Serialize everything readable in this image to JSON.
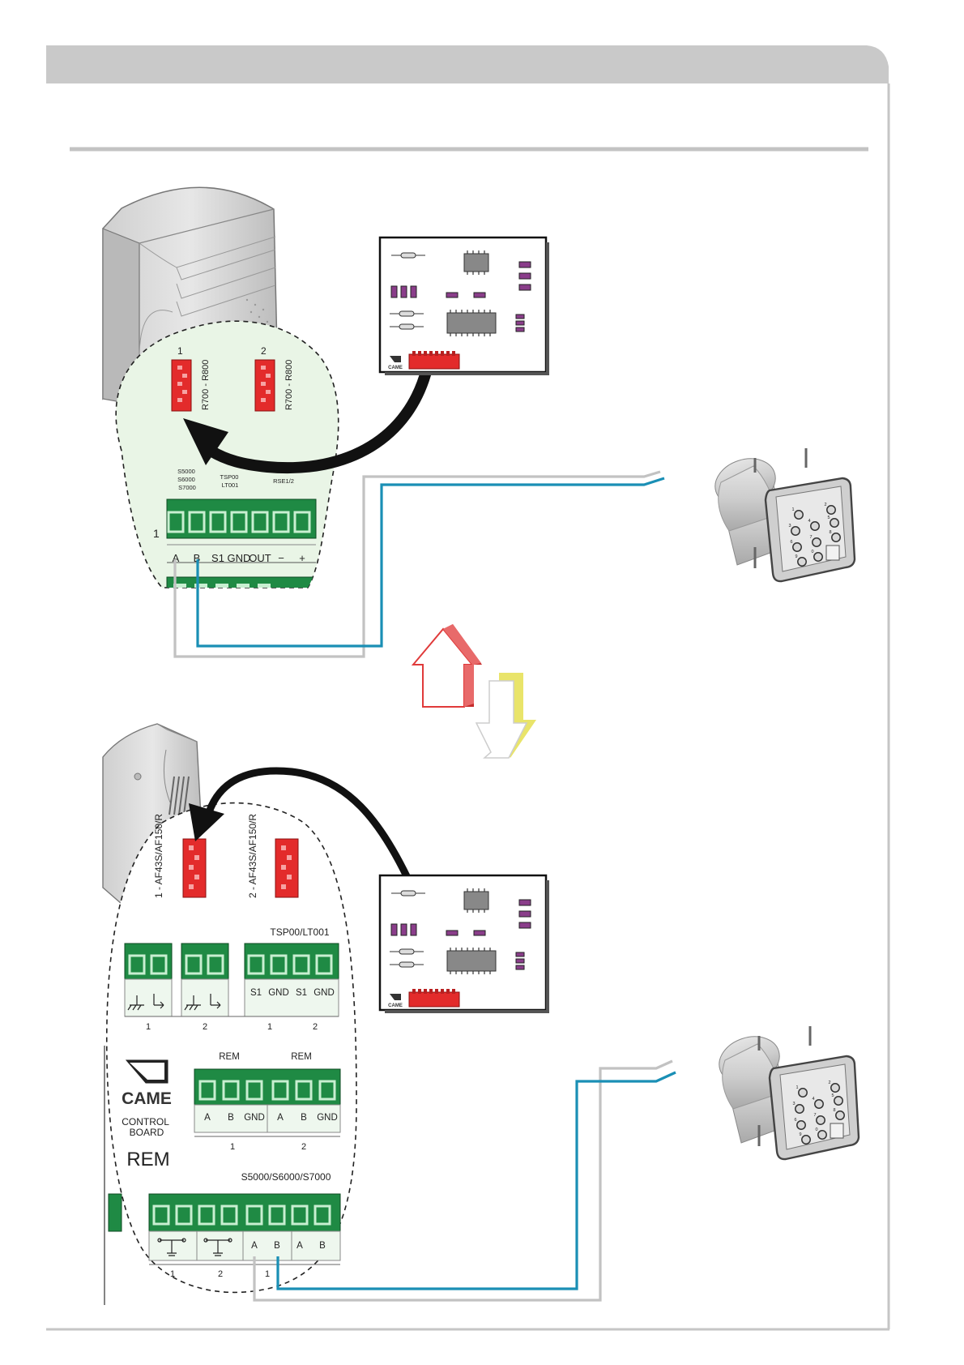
{
  "colors": {
    "header_bar": "#c9c9c9",
    "frame": "#c6c6c6",
    "zoom_fill": "#e9f5e6",
    "terminal_green": "#1f8a44",
    "connector_red": "#e32b2b",
    "wire_blue": "#1a8fb5",
    "wire_grey": "#c2c2c2",
    "arrow_red": "#e03a3a",
    "arrow_yellow": "#f0ec6a"
  },
  "top": {
    "slot1_num": "1",
    "slot2_num": "2",
    "slot1_label": "R700 - R800",
    "slot2_label": "R700 - R800",
    "grp1_label": [
      "S5000",
      "S6000",
      "S7000"
    ],
    "grp2_label": [
      "TSP00",
      "LT001"
    ],
    "grp3_label": "RSE1/2",
    "terminal_block_num": "1",
    "terminals": [
      "A",
      "B",
      "S1",
      "GND",
      "OUT",
      "−",
      "+"
    ]
  },
  "bottom": {
    "slot1_label": "1 - AF43S/AF150/R",
    "slot2_label": "2 - AF43S/AF150/R",
    "tsp_label": "TSP00/LT001",
    "top_row_nums": [
      "1",
      "2",
      "1",
      "2"
    ],
    "tsp_terms": [
      "S1",
      "GND",
      "S1",
      "GND"
    ],
    "rem_label1": "REM",
    "rem_label2": "REM",
    "rem_terms": [
      "A",
      "B",
      "GND",
      "A",
      "B",
      "GND"
    ],
    "rem_nums": [
      "1",
      "2"
    ],
    "brand": "CAME",
    "control_board": [
      "CONTROL",
      "BOARD"
    ],
    "rem_big": "REM",
    "s_label": "S5000/S6000/S7000",
    "bottom_terms": [
      "A",
      "B",
      "A",
      "B"
    ],
    "bottom_nums": [
      "1",
      "2",
      "1"
    ]
  },
  "board": {
    "brand": "CAME"
  },
  "keypad": {
    "keys": [
      "1",
      "2",
      "3",
      "4",
      "5",
      "6",
      "7",
      "8",
      "9",
      "0"
    ]
  }
}
